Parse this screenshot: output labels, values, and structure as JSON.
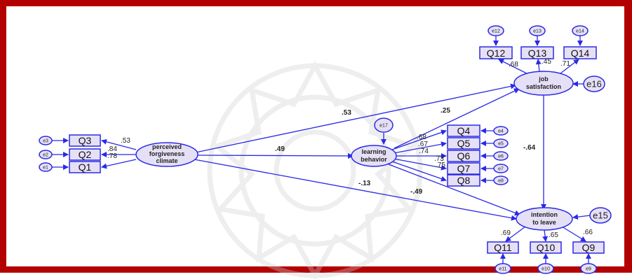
{
  "colors": {
    "frame": "#b30000",
    "edge": "#2a2ae6",
    "node_fill": "#e6e0f7",
    "watermark": "#d8d8d8"
  },
  "latent": {
    "pfc": [
      "perceived",
      "forgiveness",
      "climate"
    ],
    "lb": [
      "learning",
      "behavior"
    ],
    "js": [
      "job",
      "satisfaction"
    ],
    "itl": [
      "intention",
      "to leave"
    ]
  },
  "observed": {
    "q1": "Q1",
    "q2": "Q2",
    "q3": "Q3",
    "q4": "Q4",
    "q5": "Q5",
    "q6": "Q6",
    "q7": "Q7",
    "q8": "Q8",
    "q9": "Q9",
    "q10": "Q10",
    "q11": "Q11",
    "q12": "Q12",
    "q13": "Q13",
    "q14": "Q14"
  },
  "errors": {
    "e1": "e1",
    "e2": "e2",
    "e3": "e3",
    "e4": "e4",
    "e5": "e5",
    "e6": "e6",
    "e7": "e7",
    "e8": "e8",
    "e9": "e9",
    "e10": "e10",
    "e11": "e11",
    "e12": "e12",
    "e13": "e13",
    "e14": "e14",
    "e15": "e15",
    "e16": "e16",
    "e17": "e17"
  },
  "paths": {
    "pfc_js": ".53",
    "pfc_lb": ".49",
    "pfc_itl": "-.13",
    "lb_js": ".25",
    "lb_itl": "-.49",
    "js_itl": "-.64"
  },
  "loadings": {
    "q3": ".53",
    "q2": ".84",
    "q1": ".78",
    "q4": ".68",
    "q5": ".67",
    "q6": ".74",
    "q7": ".73",
    "q8": ".75",
    "q12": ".68",
    "q13": ".45",
    "q14": ".71",
    "q11": ".69",
    "q10": ".65",
    "q9": ".66"
  }
}
